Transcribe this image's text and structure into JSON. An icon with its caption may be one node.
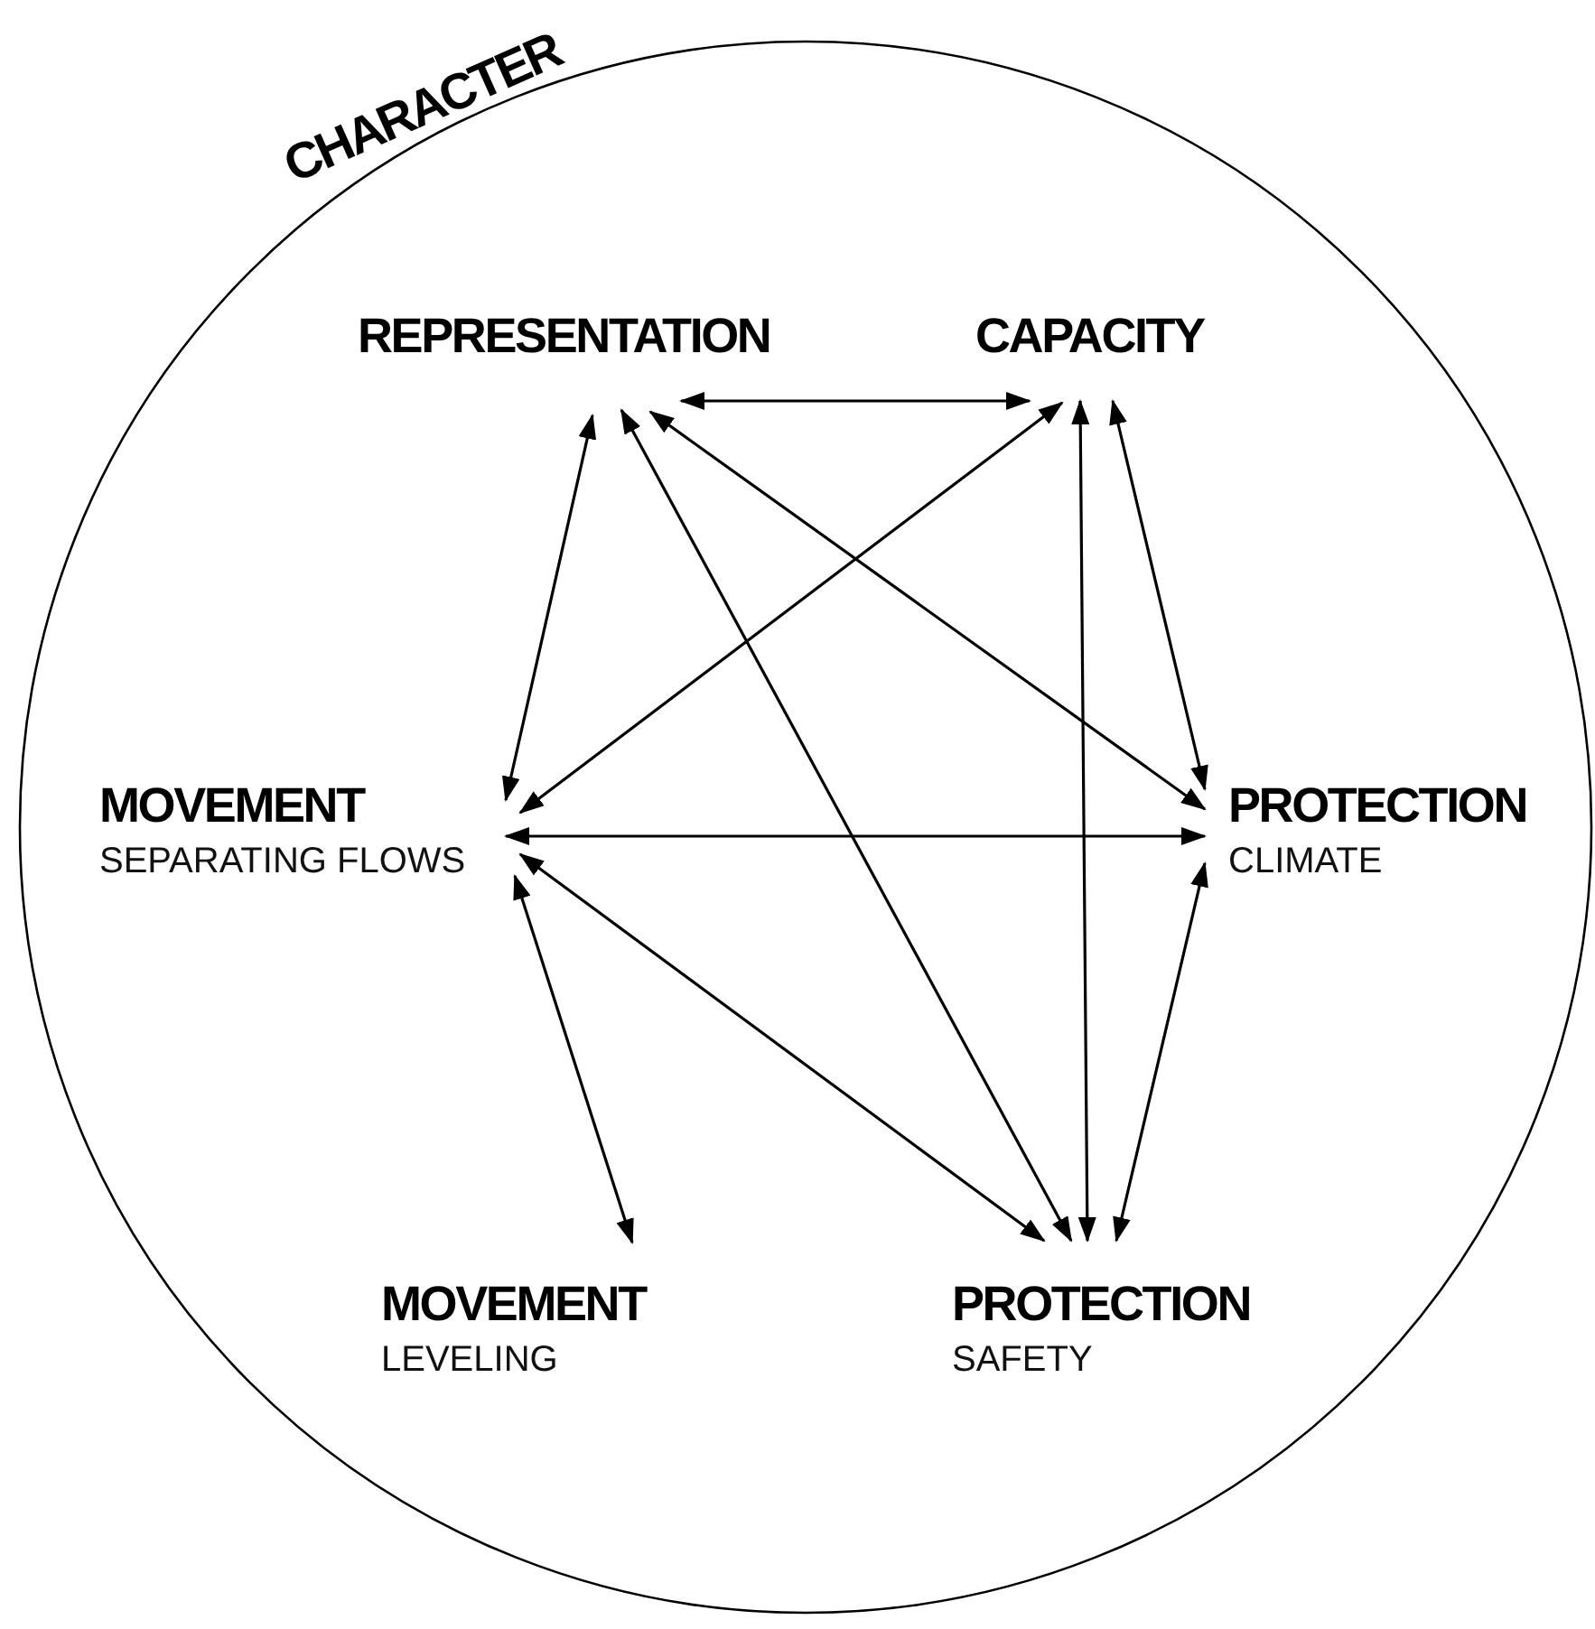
{
  "diagram": {
    "nodes": [
      {
        "text": [
          "CHARACTER"
        ]
      },
      {
        "text": [
          "REPRESENTATION"
        ],
        "in": 0
      },
      {
        "text": [
          "CAPACITY"
        ],
        "in": 0
      },
      {
        "text": [
          "MOVEMENT",
          "SEPARATING FLOWS"
        ],
        "in": 0
      },
      {
        "text": [
          "PROTECTION",
          "CLIMATE"
        ],
        "in": 0
      },
      {
        "text": [
          "MOVEMENT",
          "LEVELING"
        ],
        "in": 0
      },
      {
        "text": [
          "PROTECTION",
          "SAFETY"
        ],
        "in": 0
      }
    ],
    "edges": [
      {
        "from": 1,
        "to": 2,
        "arrow": "both"
      },
      {
        "from": 1,
        "to": 3,
        "arrow": "both"
      },
      {
        "from": 1,
        "to": 4,
        "arrow": "both"
      },
      {
        "from": 1,
        "to": 6,
        "arrow": "both"
      },
      {
        "from": 2,
        "to": 3,
        "arrow": "both"
      },
      {
        "from": 2,
        "to": 4,
        "arrow": "both"
      },
      {
        "from": 2,
        "to": 6,
        "arrow": "both"
      },
      {
        "from": 3,
        "to": 4,
        "arrow": "both"
      },
      {
        "from": 3,
        "to": 5,
        "arrow": "both"
      },
      {
        "from": 3,
        "to": 6,
        "arrow": "both"
      },
      {
        "from": 4,
        "to": 6,
        "arrow": "both"
      }
    ]
  }
}
